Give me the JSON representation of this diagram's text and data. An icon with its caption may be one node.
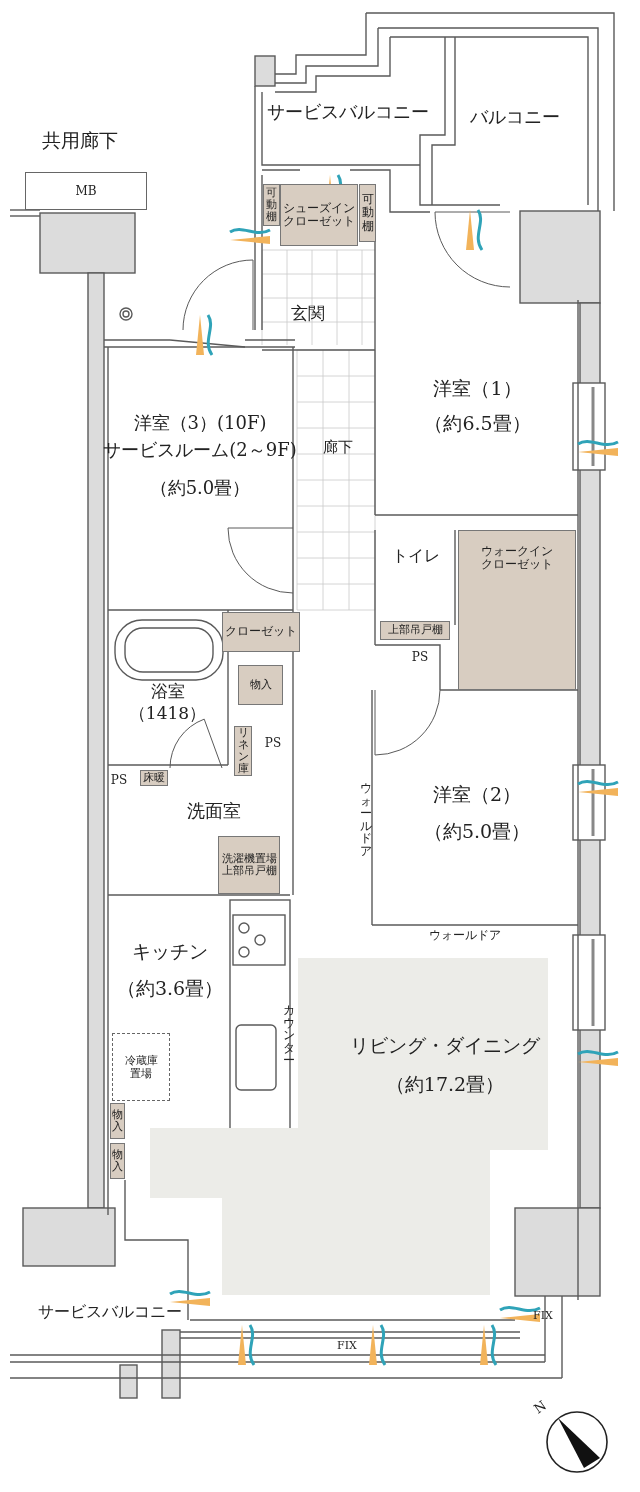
{
  "diagram": {
    "nodes": [
      {
        "text": [
          "サービスバルコニー"
        ]
      },
      {
        "text": [
          "バルコニー"
        ]
      },
      {
        "text": [
          "MB"
        ]
      },
      {
        "text": [
          "可動棚"
        ]
      },
      {
        "text": [
          "シューズインクローゼット"
        ]
      },
      {
        "text": [
          "可動棚"
        ]
      },
      {
        "text": [
          "玄関"
        ]
      },
      {
        "text": [
          "洋室（3）(10F)",
          "サービスルーム(2～9F)",
          "（約5.0畳）"
        ]
      },
      {
        "text": [
          "廊下"
        ]
      },
      {
        "text": [
          "洋室（1）",
          "（約6.5畳）"
        ]
      },
      {
        "text": [
          "トイレ"
        ]
      },
      {
        "text": [
          "上部吊戸棚"
        ],
        "in": 10
      },
      {
        "text": [
          "ウォークインクローゼット"
        ]
      },
      {
        "text": [
          "クローゼット"
        ]
      },
      {
        "text": [
          "物入"
        ]
      },
      {
        "text": [
          "浴室",
          "（1418）"
        ]
      },
      {
        "text": [
          "リネン庫"
        ]
      },
      {
        "text": [
          "床暖"
        ]
      },
      {
        "text": [
          "洗面室"
        ]
      },
      {
        "text": [
          "洗濯機置場上部吊戸棚"
        ],
        "in": 18
      },
      {
        "text": [
          "洋室（2）",
          "（約5.0畳）"
        ]
      },
      {
        "text": [
          "キッチン",
          "（約3.6畳）"
        ]
      },
      {
        "text": [
          "冷蔵庫置場"
        ],
        "in": 21
      },
      {
        "text": [
          "リビング・ダイニング",
          "（約17.2畳）"
        ]
      },
      {
        "text": [
          "物入"
        ]
      },
      {
        "text": [
          "物入"
        ]
      },
      {
        "text": [
          "サービスバルコニー"
        ]
      }
    ],
    "labels": [
      "共用廊下",
      "PS",
      "PS",
      "PS",
      "ウォールドア",
      "ウォールドア",
      "カウンター",
      "FIX",
      "FIX",
      "N"
    ]
  }
}
